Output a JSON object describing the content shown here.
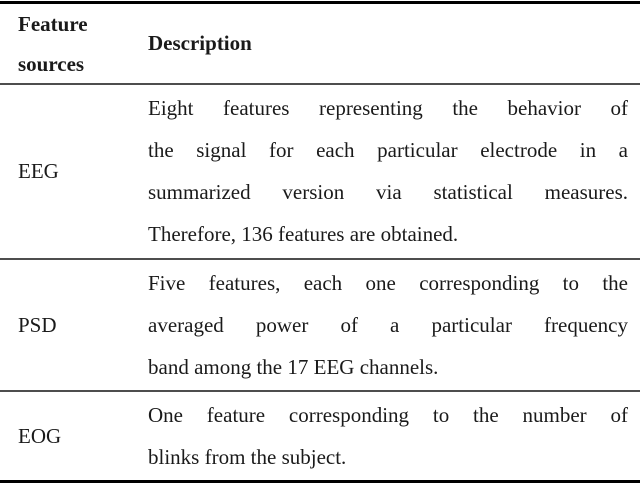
{
  "page": {
    "background": "#ffffff"
  },
  "table": {
    "header": {
      "feature_sources_line1": "Feature",
      "feature_sources_line2": "sources",
      "description": "Description"
    },
    "rows": [
      {
        "source": "EEG",
        "lines": [
          "Eight features representing the behavior of",
          "the signal for each particular electrode in a",
          "summarized version via statistical measures.",
          "Therefore, 136 features are obtained."
        ]
      },
      {
        "source": "PSD",
        "lines": [
          "Five features, each one corresponding to the",
          "averaged power of a particular frequency",
          "band among the 17 EEG channels."
        ]
      },
      {
        "source": "EOG",
        "lines": [
          "One feature corresponding to the number of",
          "blinks from the subject."
        ]
      }
    ],
    "colors": {
      "text": "#1a1a1a",
      "heavy_rule": "#000000",
      "light_rule": "#4d4d4d",
      "background": "#ffffff"
    }
  }
}
